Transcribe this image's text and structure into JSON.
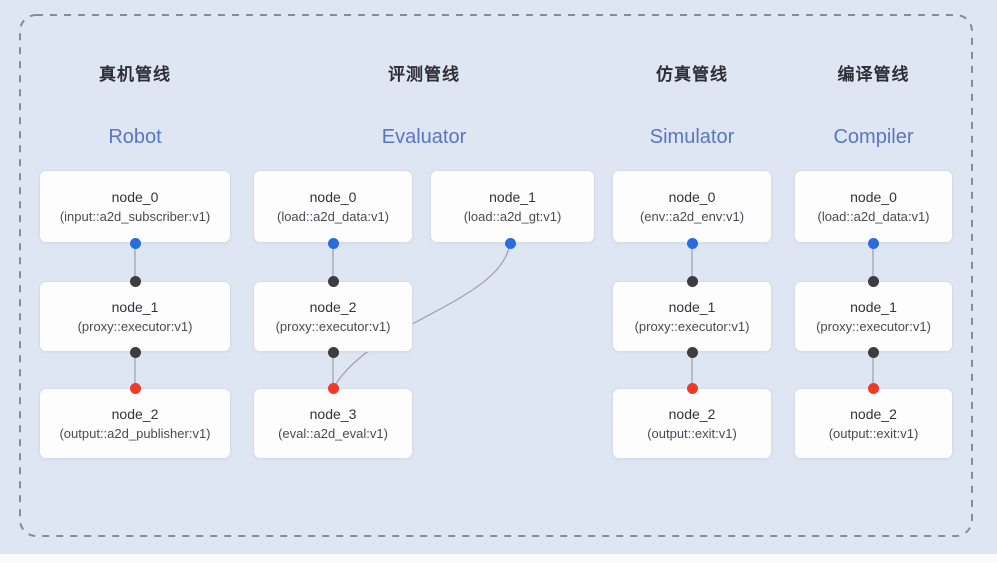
{
  "colors": {
    "bg": "#dee5f3",
    "frame": "#868d99",
    "edge": "#9aa0ac",
    "card_bg": "#fdfdfe",
    "card_border": "#d8dce6",
    "title_cn": "#2e2f36",
    "title_en": "#5b76c1",
    "node_name": "#333338",
    "node_type": "#4a4a50",
    "dot_blue": "#2a6bdd",
    "dot_black": "#3d3d40",
    "dot_red": "#ee3b28",
    "strip": "#fbfbfc"
  },
  "pipelines": [
    {
      "id": "robot",
      "title_cn": "真机管线",
      "title_en": "Robot",
      "nodes": [
        {
          "name": "node_0",
          "type": "(input::a2d_subscriber:v1)"
        },
        {
          "name": "node_1",
          "type": "(proxy::executor:v1)"
        },
        {
          "name": "node_2",
          "type": "(output::a2d_publisher:v1)"
        }
      ]
    },
    {
      "id": "evaluator",
      "title_cn": "评测管线",
      "title_en": "Evaluator",
      "nodes": [
        {
          "name": "node_0",
          "type": "(load::a2d_data:v1)"
        },
        {
          "name": "node_1",
          "type": "(load::a2d_gt:v1)"
        },
        {
          "name": "node_2",
          "type": "(proxy::executor:v1)"
        },
        {
          "name": "node_3",
          "type": "(eval::a2d_eval:v1)"
        }
      ]
    },
    {
      "id": "simulator",
      "title_cn": "仿真管线",
      "title_en": "Simulator",
      "nodes": [
        {
          "name": "node_0",
          "type": "(env::a2d_env:v1)"
        },
        {
          "name": "node_1",
          "type": "(proxy::executor:v1)"
        },
        {
          "name": "node_2",
          "type": "(output::exit:v1)"
        }
      ]
    },
    {
      "id": "compiler",
      "title_cn": "编译管线",
      "title_en": "Compiler",
      "nodes": [
        {
          "name": "node_0",
          "type": "(load::a2d_data:v1)"
        },
        {
          "name": "node_1",
          "type": "(proxy::executor:v1)"
        },
        {
          "name": "node_2",
          "type": "(output::exit:v1)"
        }
      ]
    }
  ]
}
